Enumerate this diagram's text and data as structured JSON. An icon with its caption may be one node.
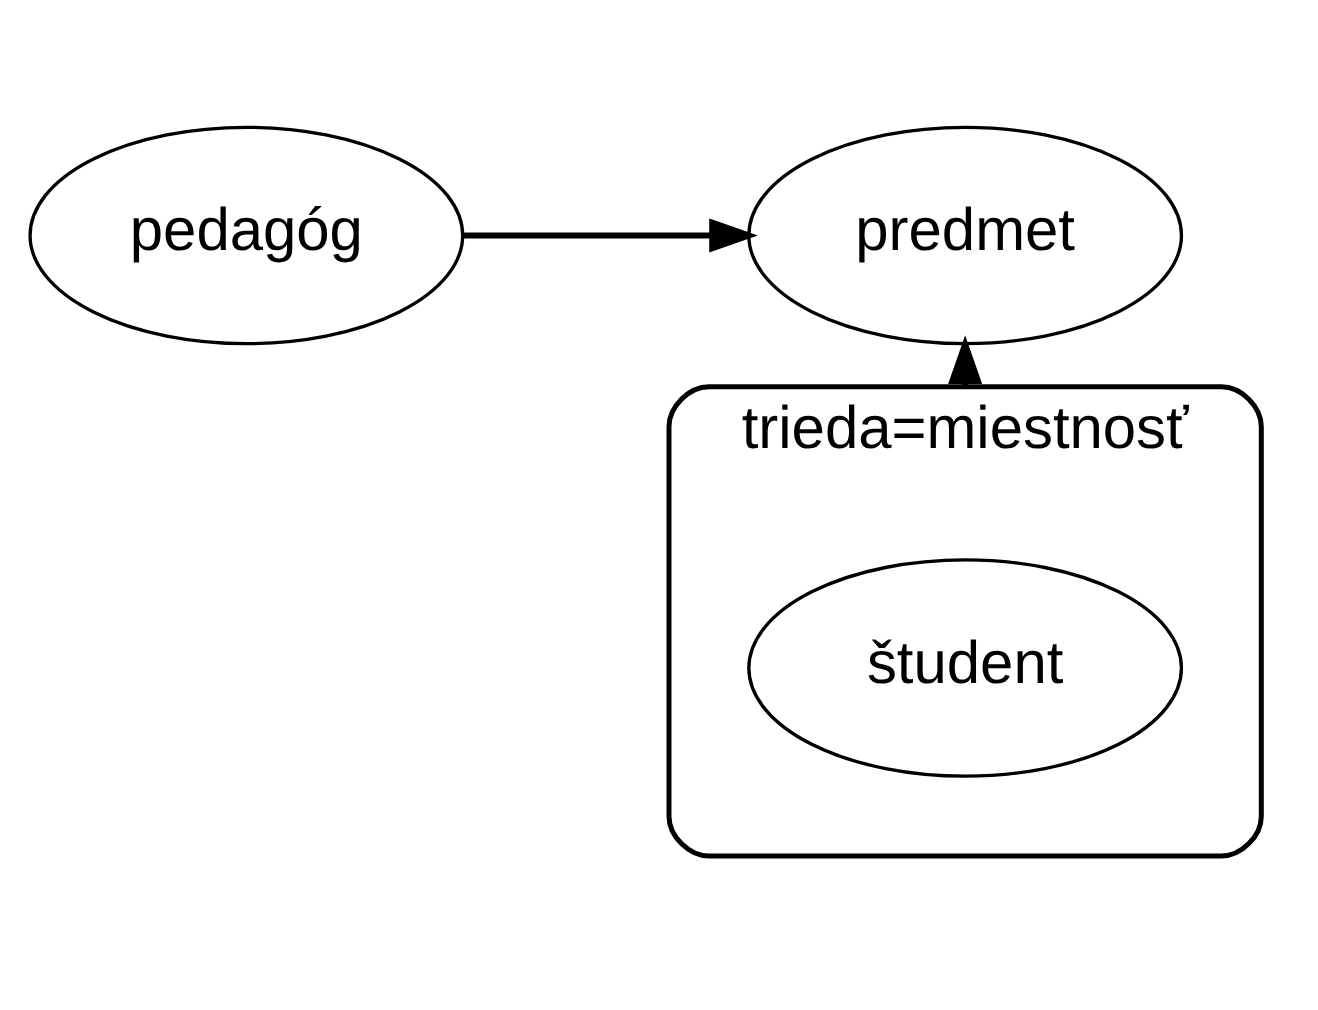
{
  "diagram": {
    "nodes": [
      {
        "text": [
          "pedagóg"
        ]
      },
      {
        "text": [
          "predmet"
        ]
      },
      {
        "text": [
          "trieda=miestnosť"
        ]
      },
      {
        "text": [
          "študent"
        ],
        "in": 2
      }
    ],
    "edges": [
      {
        "from": 0,
        "to": 1,
        "arrow": "to"
      },
      {
        "from": 2,
        "to": 1,
        "arrow": "to"
      }
    ]
  }
}
